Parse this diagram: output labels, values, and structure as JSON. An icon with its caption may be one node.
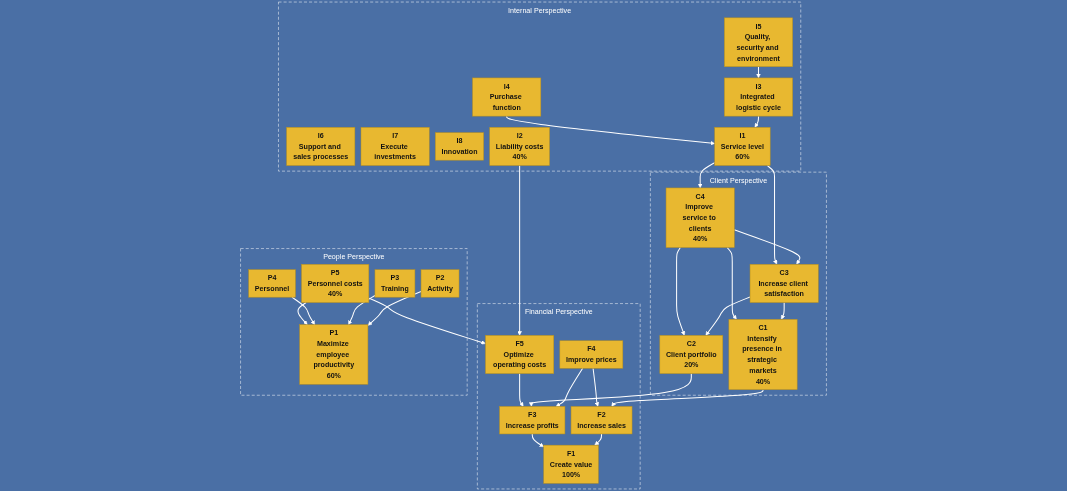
{
  "diagram": {
    "nodes": [
      {
        "text": [
          "Financial Perspective"
        ]
      },
      {
        "text": [
          "F2",
          "Increase sales"
        ],
        "in": 0
      },
      {
        "text": [
          "F1",
          "Create value",
          "100%"
        ],
        "in": 0
      },
      {
        "text": [
          "F4",
          "Improve prices"
        ],
        "in": 0
      },
      {
        "text": [
          "F3",
          "Increase profits"
        ],
        "in": 0
      },
      {
        "text": [
          "F5",
          "Optimize operating costs"
        ],
        "in": 0
      },
      {
        "text": [
          "Client Perspective"
        ]
      },
      {
        "text": [
          "C1",
          "Intensify presence in strategic markets",
          "40%"
        ],
        "in": 6
      },
      {
        "text": [
          "C3",
          "Increase client satisfaction"
        ],
        "in": 6
      },
      {
        "text": [
          "C4",
          "Improve service to clients",
          "40%"
        ],
        "in": 6
      },
      {
        "text": [
          "C2",
          "Client portfolio",
          "20%"
        ],
        "in": 6
      },
      {
        "text": [
          "Internal Perspective"
        ]
      },
      {
        "text": [
          "I1",
          "Service level",
          "60%"
        ],
        "in": 11
      },
      {
        "text": [
          "I3",
          "Integrated logistic cycle"
        ],
        "in": 11
      },
      {
        "text": [
          "I4",
          "Purchase function"
        ],
        "in": 11
      },
      {
        "text": [
          "I5",
          "Quality, security and environment"
        ],
        "in": 11
      },
      {
        "text": [
          "I6",
          "Support and sales processes"
        ],
        "in": 11
      },
      {
        "text": [
          "I7",
          "Execute investments"
        ],
        "in": 11
      },
      {
        "text": [
          "I2",
          "Liability costs",
          "40%"
        ],
        "in": 11
      },
      {
        "text": [
          "I8",
          "Innovation"
        ],
        "in": 11
      },
      {
        "text": [
          "People Perspective"
        ]
      },
      {
        "text": [
          "P2",
          "Activity"
        ],
        "in": 20
      },
      {
        "text": [
          "P1",
          "Maximize employee productivity",
          "60%"
        ],
        "in": 20
      },
      {
        "text": [
          "P3",
          "Training"
        ],
        "in": 20
      },
      {
        "text": [
          "P4",
          "Personnel"
        ],
        "in": 20
      },
      {
        "text": [
          "P5",
          "Personnel costs",
          "40%"
        ],
        "in": 20
      }
    ],
    "edges": [
      {
        "from": 7,
        "to": 1,
        "arrow": "to"
      },
      {
        "from": 1,
        "to": 2,
        "arrow": "to"
      },
      {
        "from": 4,
        "to": 2,
        "arrow": "to"
      },
      {
        "from": 3,
        "to": 1,
        "arrow": "to"
      },
      {
        "from": 3,
        "to": 4,
        "arrow": "to"
      },
      {
        "from": 10,
        "to": 4,
        "arrow": "to"
      },
      {
        "from": 5,
        "to": 4,
        "arrow": "to"
      },
      {
        "from": 18,
        "to": 5,
        "arrow": "to"
      },
      {
        "from": 25,
        "to": 5,
        "arrow": "to"
      },
      {
        "from": 8,
        "to": 7,
        "arrow": "to"
      },
      {
        "from": 8,
        "to": 10,
        "arrow": "to"
      },
      {
        "from": 9,
        "to": 7,
        "arrow": "to"
      },
      {
        "from": 9,
        "to": 8,
        "arrow": "to"
      },
      {
        "from": 9,
        "to": 10,
        "arrow": "to"
      },
      {
        "from": 12,
        "to": 8,
        "arrow": "to"
      },
      {
        "from": 12,
        "to": 9,
        "arrow": "to"
      },
      {
        "from": 13,
        "to": 12,
        "arrow": "to"
      },
      {
        "from": 14,
        "to": 12,
        "arrow": "to"
      },
      {
        "from": 15,
        "to": 13,
        "arrow": "to"
      },
      {
        "from": 21,
        "to": 22,
        "arrow": "to"
      },
      {
        "from": 23,
        "to": 22,
        "arrow": "to"
      },
      {
        "from": 24,
        "to": 22,
        "arrow": "to"
      },
      {
        "from": 25,
        "to": 22,
        "arrow": "to"
      }
    ]
  }
}
